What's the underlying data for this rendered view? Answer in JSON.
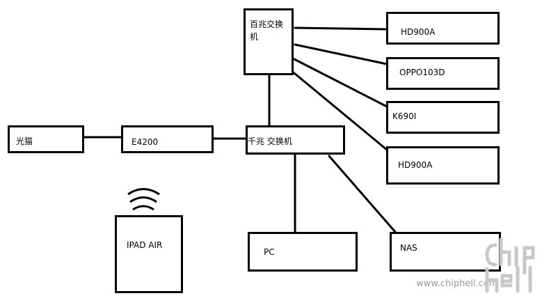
{
  "nodes": {
    "optical_modem": "光猫",
    "router": "E4200",
    "switch_gigabit": "千兆 交换机",
    "switch_100m": "百兆交换机",
    "device_hd900a_top": "HD900A",
    "device_oppo": "OPPO103D",
    "device_k690i": "K690I",
    "device_hd900a_bottom": "HD900A",
    "pc": "PC",
    "nas": "NAS",
    "ipad": "IPAD AIR"
  },
  "watermark": {
    "url": "www.chiphell.com",
    "logo_text": "chip hell"
  },
  "colors": {
    "line": "#000000",
    "box_border": "#000000",
    "watermark": "#c8c8c8"
  }
}
